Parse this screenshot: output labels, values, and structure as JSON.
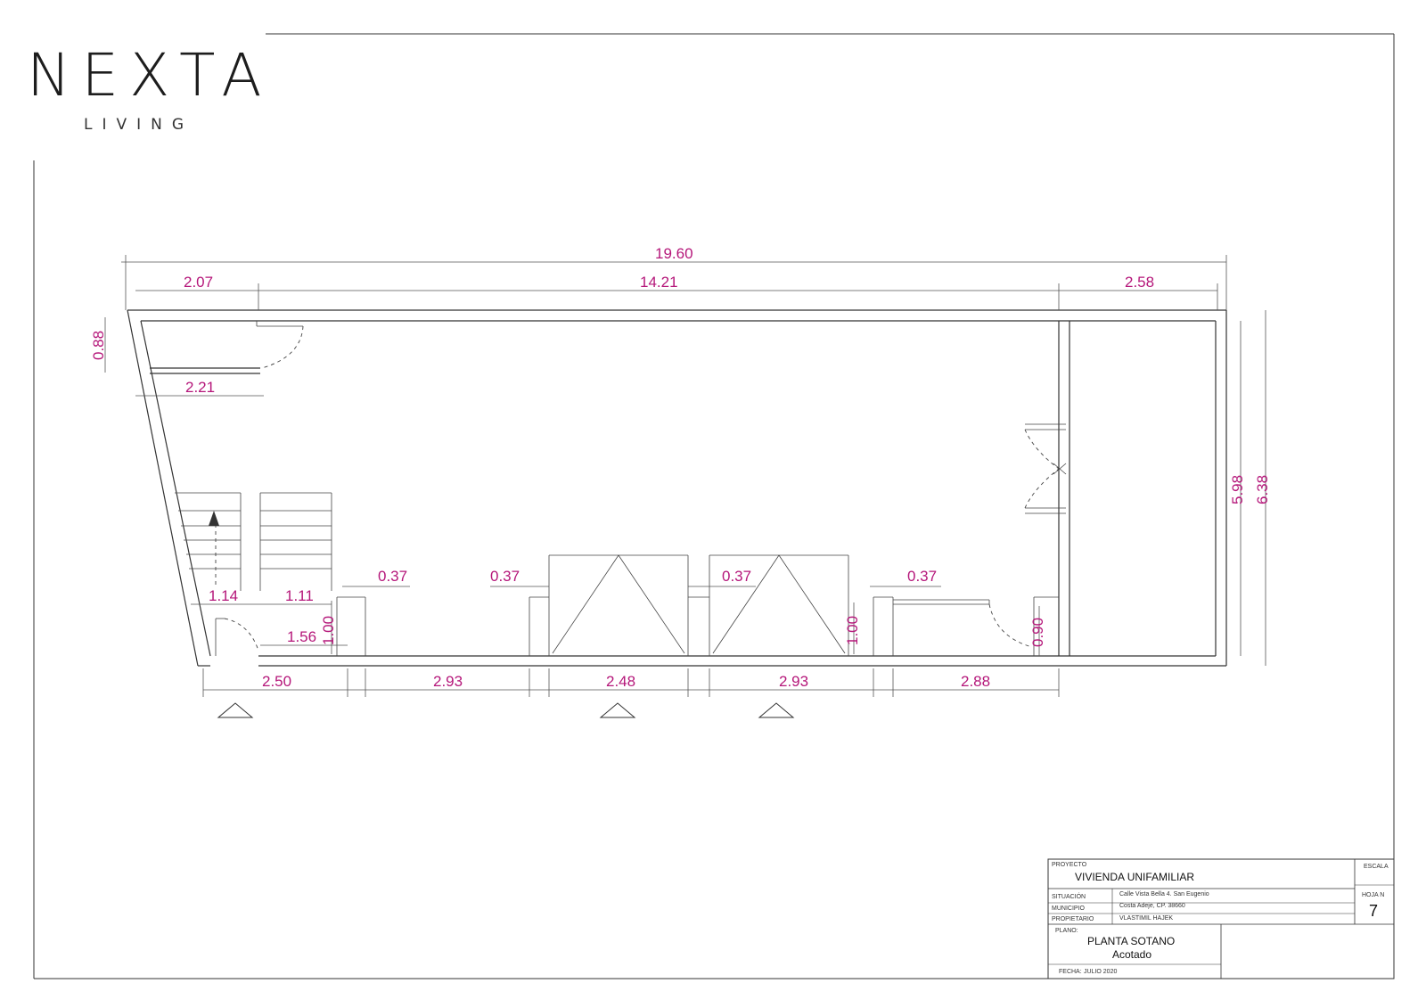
{
  "brand": {
    "name": "NEXTA",
    "tagline": "LIVING"
  },
  "dimensions": {
    "overall_width": "19.60",
    "top_left": "2.07",
    "top_middle": "14.21",
    "top_right": "2.58",
    "left_height": "0.88",
    "left_inner": "2.21",
    "stair_a": "1.14",
    "stair_b": "1.11",
    "stair_c": "1.56",
    "left_door_height": "1.00",
    "pillar_1": "0.37",
    "pillar_2": "0.37",
    "pillar_3": "0.37",
    "pillar_4": "0.37",
    "right_door_height": "1.00",
    "door_width": "0.90",
    "inner_height": "5.98",
    "outer_height": "6.38",
    "bottom_1": "2.50",
    "bottom_2": "2.93",
    "bottom_3": "2.48",
    "bottom_4": "2.93",
    "bottom_5": "2.88"
  },
  "title_block": {
    "project_label": "PROYECTO",
    "project_value": "VIVIENDA UNIFAMILIAR",
    "scale_label": "ESCALA",
    "situation_label": "SITUACIÓN",
    "situation_value": "Calle Vista Bella 4. San Eugenio",
    "municipality_label": "MUNICIPIO",
    "municipality_value": "Costa Adeje, CP. 38660",
    "owner_label": "PROPIETARIO",
    "owner_value": "VLASTIMIL HAJEK",
    "sheet_label": "HOJA N",
    "sheet_number": "7",
    "plan_label": "PLANO:",
    "plan_title": "PLANTA SOTANO",
    "plan_subtitle": "Acotado",
    "date_label": "FECHA:",
    "date_value": "JULIO 2020"
  }
}
